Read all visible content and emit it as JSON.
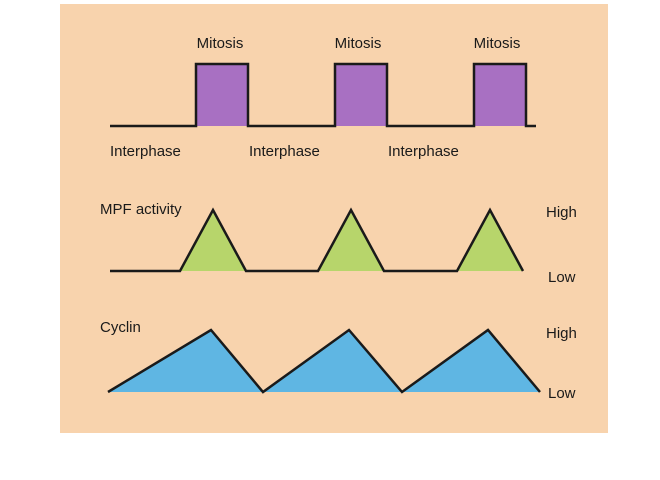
{
  "diagram": {
    "phase_row": {
      "mitosis_labels": [
        "Mitosis",
        "Mitosis",
        "Mitosis"
      ],
      "interphase_labels": [
        "Interphase",
        "Interphase",
        "Interphase"
      ]
    },
    "mpf_row": {
      "label": "MPF activity",
      "high_label": "High",
      "low_label": "Low"
    },
    "cyclin_row": {
      "label": "Cyclin",
      "high_label": "High",
      "low_label": "Low"
    },
    "colors": {
      "background": "#f8d3ad",
      "mitosis_fill": "#a870c2",
      "mpf_fill": "#b7d56b",
      "cyclin_fill": "#5fb6e3",
      "line": "#1a1a1a"
    }
  }
}
